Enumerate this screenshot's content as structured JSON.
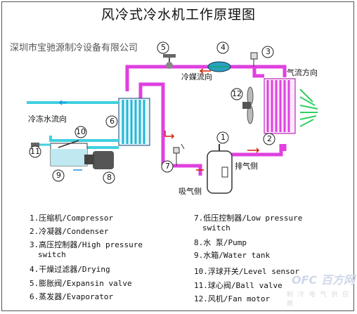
{
  "title": "风冷式冷水机工作原理图",
  "company": "深圳市宝驰源制冷设备有限公司",
  "labels": {
    "refrigerant_flow": "冷媒流向",
    "air_flow": "气流方向",
    "chilled_water_flow": "冷冻水流向",
    "discharge_side": "排气侧",
    "suction_side": "吸气侧"
  },
  "component_numbers": [
    "1",
    "2",
    "3",
    "4",
    "5",
    "6",
    "7",
    "8",
    "9",
    "10",
    "11",
    "12"
  ],
  "legend": [
    {
      "line1": "1.压缩机/Compressor"
    },
    {
      "line1": "2.冷凝器/Condenser"
    },
    {
      "line1": "3.高压控制器/High pressure",
      "line2": "switch"
    },
    {
      "line1": "4.干燥过滤器/Drying"
    },
    {
      "line1": "5.膨胀阀/Expansin valve"
    },
    {
      "line1": "6.蒸发器/Evaporator"
    },
    {
      "line1": "7.低压控制器/Low pressure",
      "line2": "switch"
    },
    {
      "line1": "8.水 泵/Pump"
    },
    {
      "line1": "9.水箱/Water tank"
    },
    {
      "line1": "10.浮球开关/Level sensor"
    },
    {
      "line1": "11.球心阀/Ball valve"
    },
    {
      "line1": "12.风机/Fan motor"
    }
  ],
  "watermark": "制 冷 电 气 供 应 商",
  "watermark_logo": "OFC 百方网",
  "colors": {
    "refrigerant_pipe": "#e040e0",
    "water_pipe": "#40d0e0",
    "arrow": "#cc2200",
    "coil": "#20b8d8",
    "air_arrow": "#30d060"
  }
}
